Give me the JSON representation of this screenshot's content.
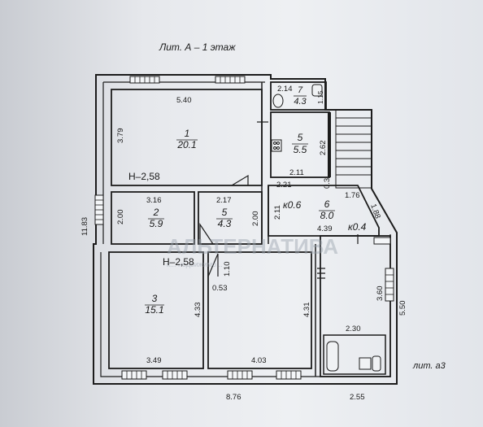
{
  "plan": {
    "title": "Лит. А – 1 этаж",
    "annex_label": "лит. а3",
    "watermark": "АЛЬТЕРНАТИВА",
    "watermark_sub": "к... недвижимо..."
  },
  "rooms": [
    {
      "id": "r1",
      "number": "1",
      "area": "20.1"
    },
    {
      "id": "r2",
      "number": "2",
      "area": "5.9"
    },
    {
      "id": "r3",
      "number": "3",
      "area": "15.1"
    },
    {
      "id": "r5a",
      "number": "5",
      "area": "4.3"
    },
    {
      "id": "r5b",
      "number": "5",
      "area": "5.5"
    },
    {
      "id": "r6",
      "number": "6",
      "area": "8.0"
    },
    {
      "id": "r7",
      "number": "7",
      "area": "4.3"
    }
  ],
  "corridor_labels": {
    "a": "к0.6",
    "b": "к0.4"
  },
  "heights": {
    "upper": "H–2,58",
    "lower": "H–2,58"
  },
  "dimensions": {
    "d540": "5.40",
    "d379": "3.79",
    "d1183": "11.83",
    "d316": "3.16",
    "d200a": "2.00",
    "d217": "2.17",
    "d200b": "2.00",
    "d211a": "2.11",
    "d221": "2.21",
    "d211b": "2.11",
    "d214": "2.14",
    "d262": "2.62",
    "d030": "0.3",
    "d176": "1.76",
    "d188": "1.88",
    "d439": "4.39",
    "d053": "0.53",
    "d110": "1.10",
    "d433": "4.33",
    "d431": "4.31",
    "d360": "3.60",
    "d550": "5.50",
    "d230": "2.30",
    "d349": "3.49",
    "d403": "4.03",
    "d876": "8.76",
    "d255": "2.55",
    "d115": "1.15"
  }
}
